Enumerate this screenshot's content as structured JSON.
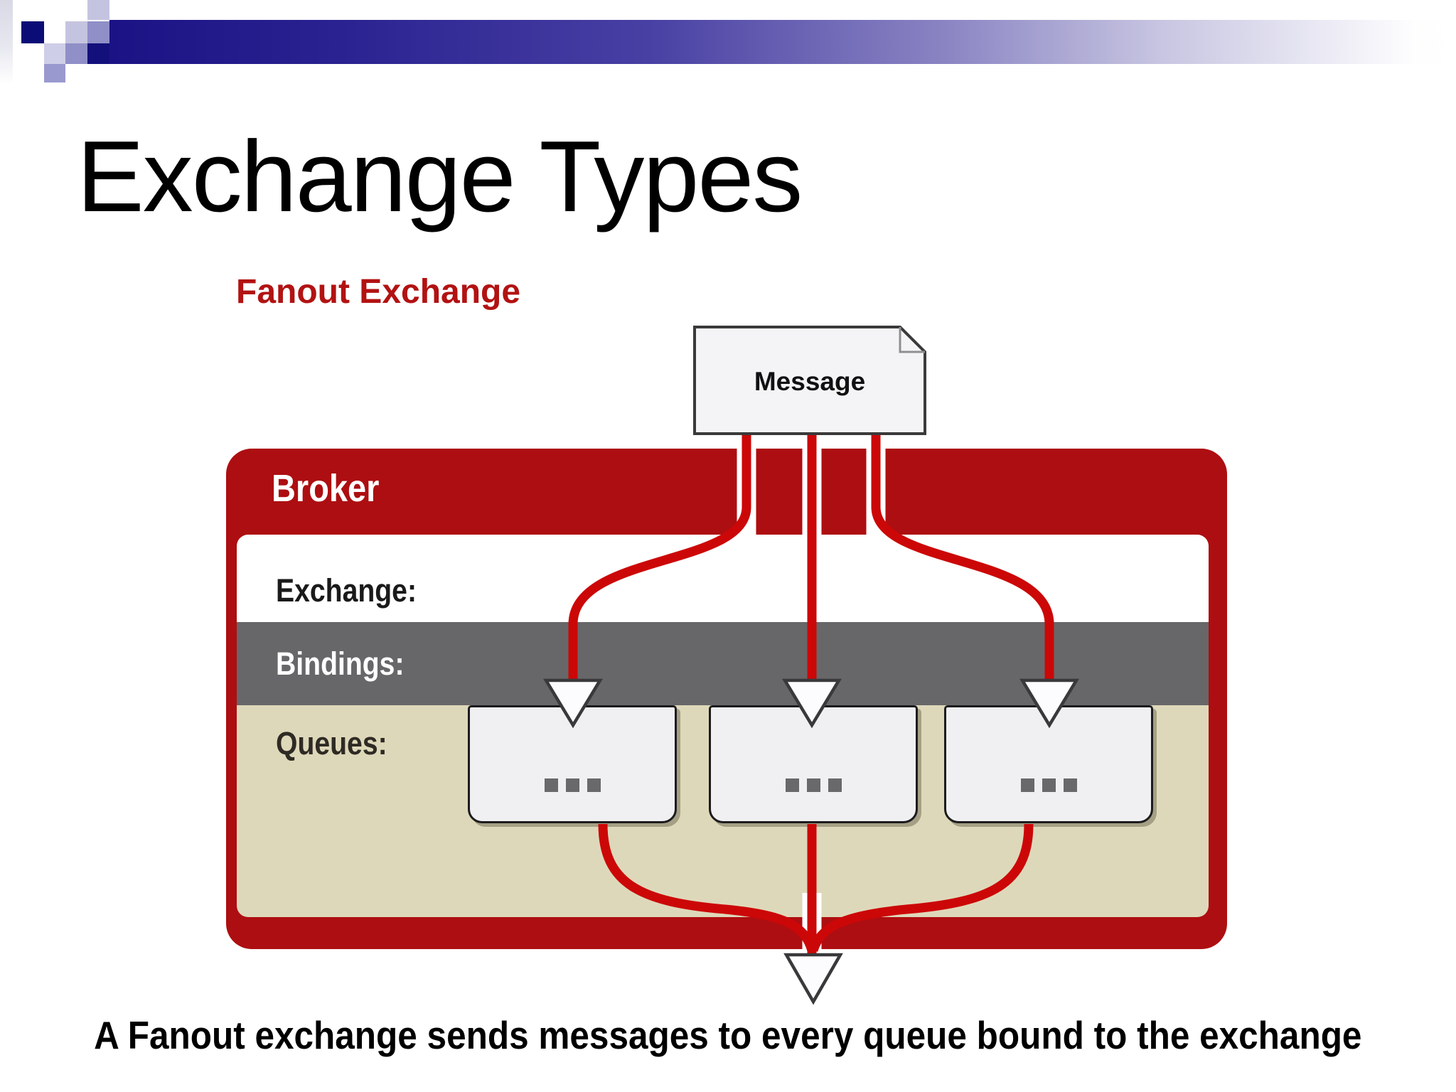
{
  "slide": {
    "title": "Exchange Types",
    "subtitle": "Fanout Exchange",
    "caption": "A Fanout exchange sends messages to every queue bound to the exchange"
  },
  "diagram": {
    "message_label": "Message",
    "broker_label": "Broker",
    "rows": [
      {
        "label": "Exchange:"
      },
      {
        "label": "Bindings:"
      },
      {
        "label": "Queues:"
      }
    ],
    "queues": [
      {
        "icon": "ellipsis-icon"
      },
      {
        "icon": "ellipsis-icon"
      },
      {
        "icon": "ellipsis-icon"
      }
    ],
    "colors": {
      "flow_line_red": "#cc0707",
      "broker_red": "#ad0e11",
      "bindings_gray": "#676769",
      "queues_beige": "#ded8ba",
      "banner_navy": "#1b1285",
      "subtitle_red": "#b21212",
      "queue_fill": "#f0f0f3",
      "message_fill": "#f4f4f6"
    }
  }
}
